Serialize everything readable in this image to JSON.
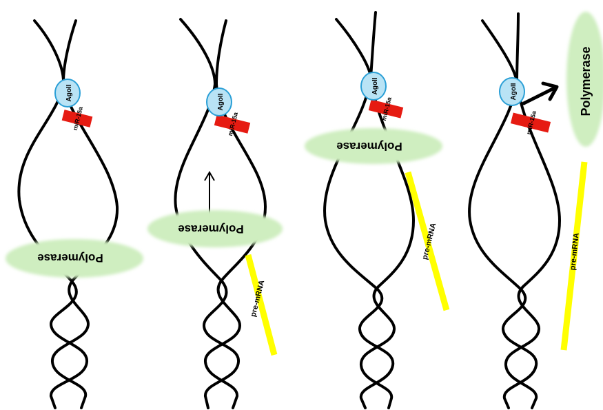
{
  "labels": {
    "ago": "AgoII",
    "mirna": "miR-15a",
    "polymerase": "Polymerase",
    "premrna": "pre-mRNA"
  },
  "colors": {
    "dna": "#000000",
    "ago_fill": "#b9e3f5",
    "ago_stroke": "#2a9fd6",
    "mirna": "#e61b12",
    "polymerase": "#cfeec0",
    "premrna": "#ffff00",
    "arrow": "#000000"
  }
}
